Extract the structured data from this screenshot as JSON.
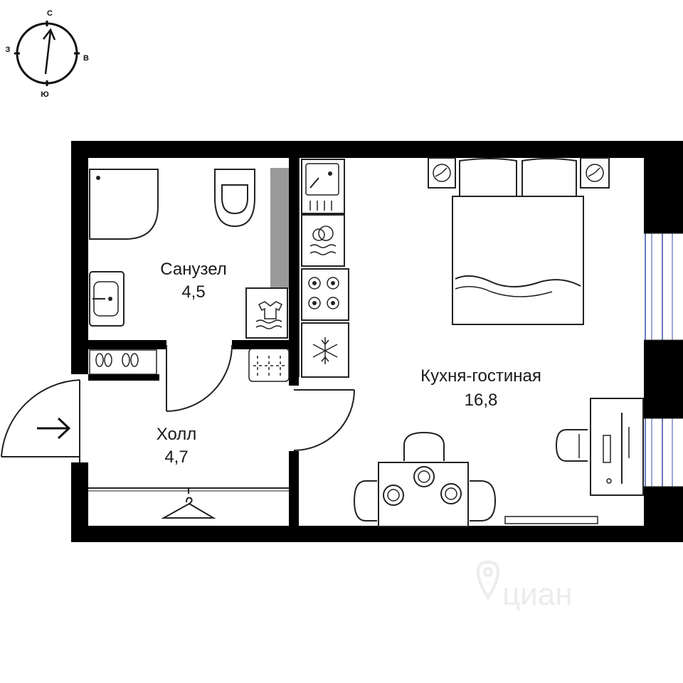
{
  "compass": {
    "north": "С",
    "east": "В",
    "south": "Ю",
    "west": "З"
  },
  "rooms": {
    "bathroom": {
      "name": "Санузел",
      "area": "4,5"
    },
    "hall": {
      "name": "Холл",
      "area": "4,7"
    },
    "kitchen_living": {
      "name": "Кухня-гостиная",
      "area": "16,8"
    }
  },
  "watermark": {
    "text": "циан"
  },
  "colors": {
    "wall": "#000000",
    "partition": "#9a9a9a",
    "window": "#3a4fa8"
  }
}
